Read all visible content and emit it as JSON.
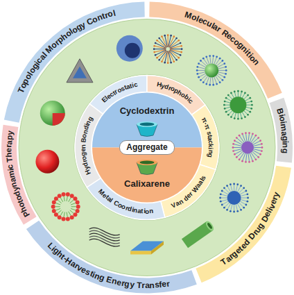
{
  "diagram": {
    "nodes": [
      {
        "text": [
          "Topological Morphology Control"
        ]
      },
      {
        "text": [
          "Molecular Recognition"
        ]
      },
      {
        "text": [
          "Bioimaging"
        ]
      },
      {
        "text": [
          "Targeted Drug Delivery"
        ]
      },
      {
        "text": [
          "Light-Harvesting Energy Transfer"
        ]
      },
      {
        "text": [
          "Photodynamic Therapy"
        ]
      },
      {
        "text": [
          "Electrostatic"
        ]
      },
      {
        "text": [
          "Hydrophobic"
        ]
      },
      {
        "text": [
          "π-π stacking"
        ]
      },
      {
        "text": [
          "Van der Waals"
        ]
      },
      {
        "text": [
          "Metal Coordination"
        ]
      },
      {
        "text": [
          "Hydrogen Bonding"
        ]
      },
      {
        "text": [
          "Cyclodextrin"
        ]
      },
      {
        "text": [
          "Calixarene"
        ]
      },
      {
        "text": [
          "Aggregate"
        ]
      }
    ]
  }
}
